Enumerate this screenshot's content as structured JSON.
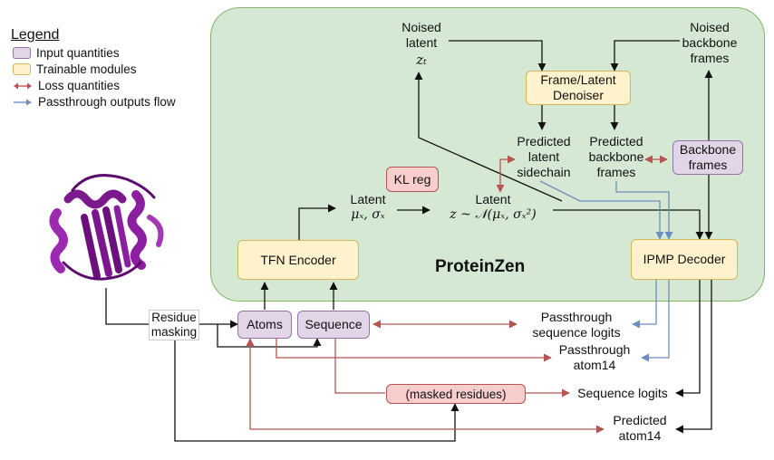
{
  "legend": {
    "title": "Legend",
    "items": [
      {
        "label": "Input quantities",
        "swatch": "#e1d5e7"
      },
      {
        "label": "Trainable modules",
        "swatch": "#fff2cc"
      },
      {
        "label": "Loss quantities",
        "swatch": "#b85450"
      },
      {
        "label": "Passthrough outputs flow",
        "swatch": "#6c8ebf"
      }
    ]
  },
  "colors": {
    "panel": "#d5e8d4",
    "trainable": "#fff2cc",
    "input": "#e1d5e7",
    "loss": "#f8cecc",
    "loss_arrow": "#b85450",
    "passthrough_arrow": "#6c8ebf"
  },
  "panel": {
    "title": "ProteinZen"
  },
  "modules": {
    "tfn_encoder": "TFN Encoder",
    "ipmp_decoder": "IPMP Decoder",
    "denoiser_line1": "Frame/Latent",
    "denoiser_line2": "Denoiser"
  },
  "inputs": {
    "atoms": "Atoms",
    "sequence": "Sequence",
    "backbone_frames_line1": "Backbone",
    "backbone_frames_line2": "frames"
  },
  "loss_boxes": {
    "kl_reg": "KL reg",
    "masked_residues": "(masked residues)"
  },
  "nodes": {
    "noised_latent_line1": "Noised",
    "noised_latent_line2": "latent",
    "noised_latent_math": "zₜ",
    "noised_backbone_line1": "Noised",
    "noised_backbone_line2": "backbone",
    "noised_backbone_line3": "frames",
    "latent_enc_line1": "Latent",
    "latent_enc_math": "μₓ, σₓ",
    "latent_sample_line1": "Latent",
    "latent_sample_math": "z ~ 𝒩(μₓ, σₓ²)",
    "pred_latent_line1": "Predicted",
    "pred_latent_line2": "latent",
    "pred_latent_line3": "sidechain",
    "pred_backbone_line1": "Predicted",
    "pred_backbone_line2": "backbone",
    "pred_backbone_line3": "frames",
    "residue_masking_line1": "Residue",
    "residue_masking_line2": "masking"
  },
  "outputs": {
    "passthrough_seq_line1": "Passthrough",
    "passthrough_seq_line2": "sequence logits",
    "passthrough_atom_line1": "Passthrough",
    "passthrough_atom_line2": "atom14",
    "sequence_logits": "Sequence logits",
    "predicted_atom_line1": "Predicted",
    "predicted_atom_line2": "atom14"
  }
}
